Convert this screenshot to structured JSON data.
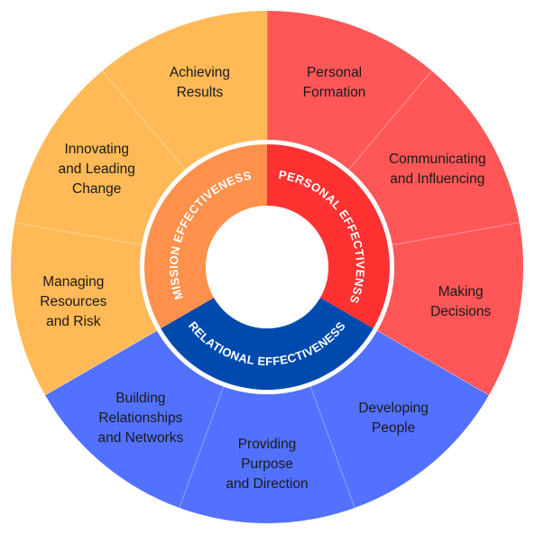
{
  "colors": {
    "mission_outer": "#FFBA57",
    "personal_outer": "#FF5757",
    "relational_outer": "#5271FF",
    "mission_inner": "#FF914D",
    "personal_inner": "#FF3131",
    "relational_inner": "#004AAD",
    "divider": "#ffffff",
    "center": "#ffffff"
  },
  "core": [
    {
      "id": "personal",
      "label": "PERSONAL EFFECTIVENSS"
    },
    {
      "id": "relational",
      "label": "RELATIONAL EFFECTIVENESS"
    },
    {
      "id": "mission",
      "label": "MISSION EFFECTIVENESS"
    }
  ],
  "segments": [
    {
      "id": "personal-formation",
      "group": "personal",
      "lines": [
        "Personal",
        "Formation"
      ]
    },
    {
      "id": "communicating-and-influencing",
      "group": "personal",
      "lines": [
        "Communicating",
        "and Influencing"
      ]
    },
    {
      "id": "making-decisions",
      "group": "personal",
      "lines": [
        "Making",
        "Decisions"
      ]
    },
    {
      "id": "developing-people",
      "group": "relational",
      "lines": [
        "Developing",
        "People"
      ]
    },
    {
      "id": "providing-purpose-and-direction",
      "group": "relational",
      "lines": [
        "Providing",
        "Purpose",
        "and Direction"
      ]
    },
    {
      "id": "building-relationships-and-networks",
      "group": "relational",
      "lines": [
        "Building",
        "Relationships",
        "and Networks"
      ]
    },
    {
      "id": "managing-resources-and-risk",
      "group": "mission",
      "lines": [
        "Managing",
        "Resources",
        "and Risk"
      ]
    },
    {
      "id": "innovating-and-leading-change",
      "group": "mission",
      "lines": [
        "Innovating",
        "and Leading",
        "Change"
      ]
    },
    {
      "id": "achieving-results",
      "group": "mission",
      "lines": [
        "Achieving",
        "Results"
      ]
    }
  ]
}
